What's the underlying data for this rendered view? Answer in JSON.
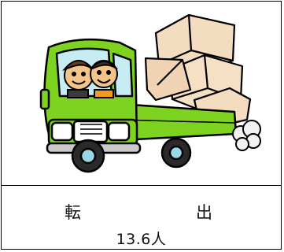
{
  "label": {
    "char1": "転",
    "char2": "出"
  },
  "value": "13.6人",
  "illustration": {
    "icon": "moving-truck-illustration",
    "truck_color": "#7ed321",
    "box_color": "#f3dcc0"
  }
}
